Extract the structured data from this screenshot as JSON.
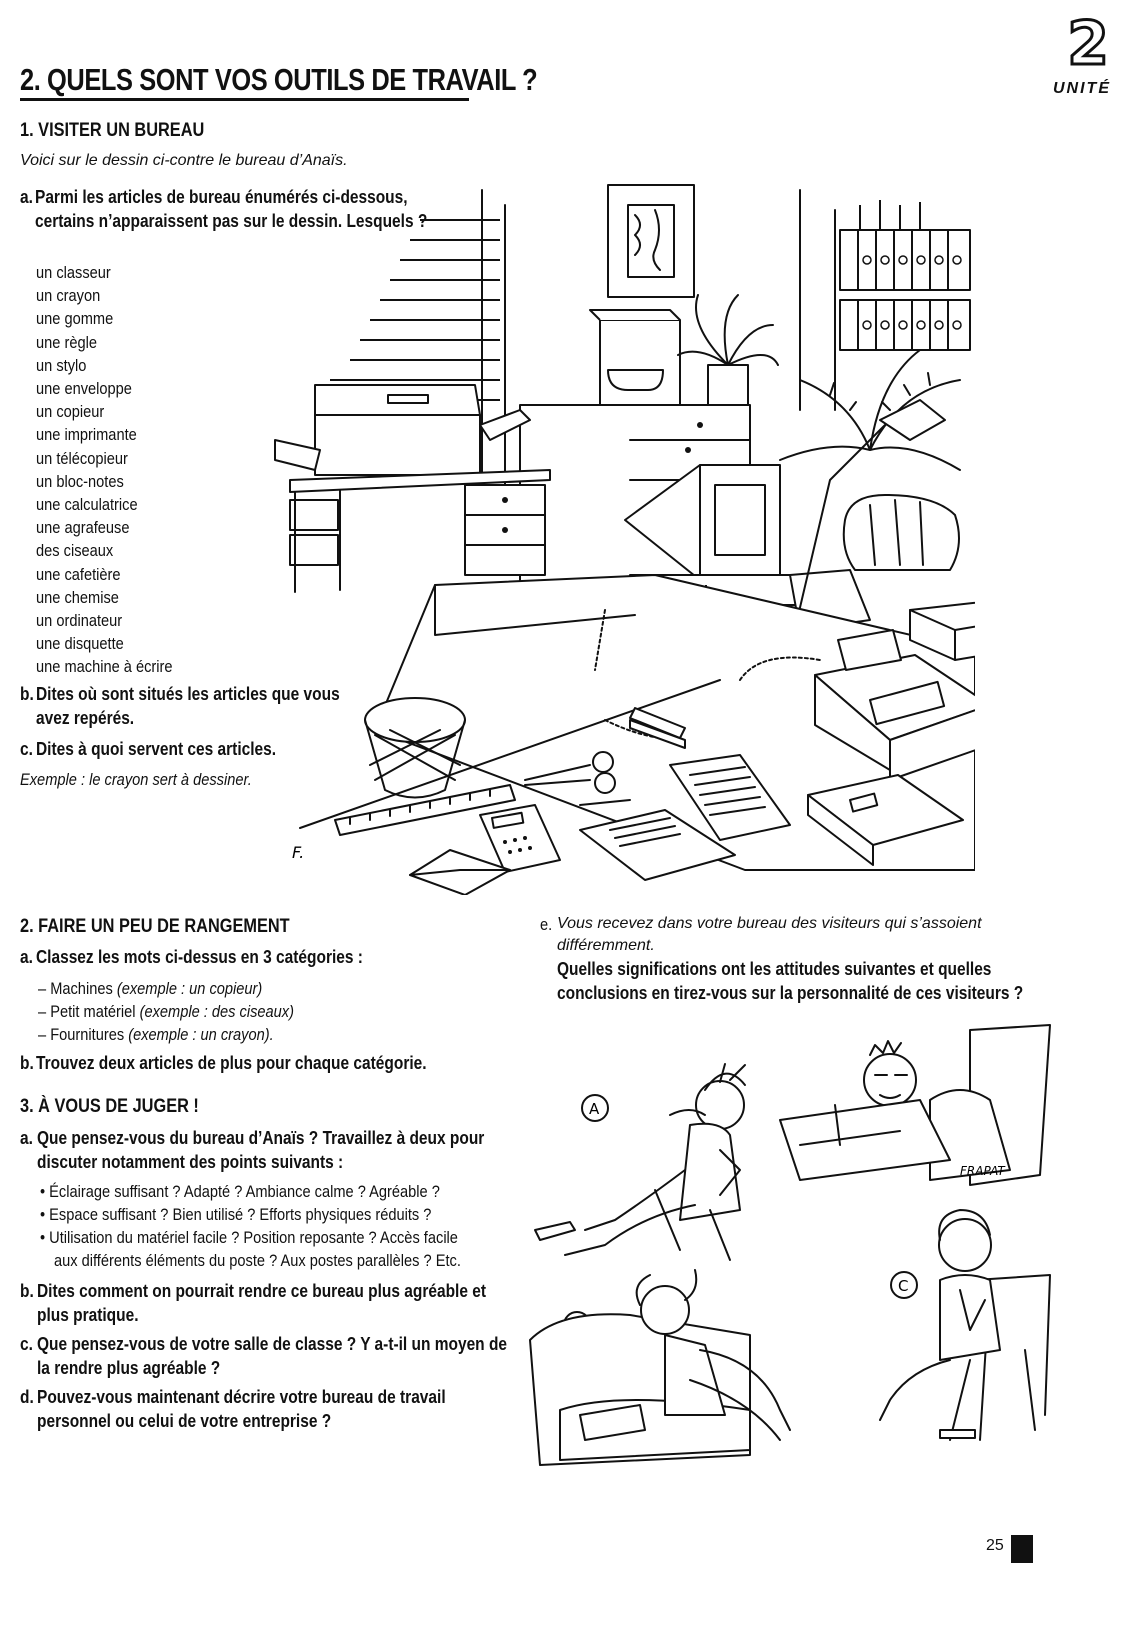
{
  "header": {
    "title": "2. QUELS SONT VOS OUTILS DE TRAVAIL ?",
    "unit_number": "2",
    "unit_label": "UNITÉ"
  },
  "section1": {
    "heading": "1. VISITER UN BUREAU",
    "intro": "Voici sur le dessin ci-contre le bureau d’Anaïs.",
    "qa_letter": "a.",
    "qa_text": "Parmi les articles de bureau énumérés ci-dessous, certains n’apparaissent pas sur le dessin. Lesquels ?",
    "items": [
      "un classeur",
      "un crayon",
      "une gomme",
      "une règle",
      "un stylo",
      "une enveloppe",
      "un copieur",
      "une imprimante",
      "un télécopieur",
      "un bloc-notes",
      "une calculatrice",
      "une agrafeuse",
      "des ciseaux",
      "une cafetière",
      "une chemise",
      "un ordinateur",
      "une disquette",
      "une machine à écrire"
    ],
    "qb_letter": "b.",
    "qb_text": "Dites où sont situés les articles que vous avez repérés.",
    "qc_letter": "c.",
    "qc_text": "Dites à quoi servent ces articles.",
    "example": "Exemple : le crayon sert à dessiner."
  },
  "illustration": {
    "signature_office": "F."
  },
  "section2": {
    "heading": "2. FAIRE UN PEU DE RANGEMENT",
    "qa_letter": "a.",
    "qa_text": "Classez les mots ci-dessus en 3 catégories :",
    "categories": [
      {
        "name": "– Machines",
        "example": "(exemple : un copieur)"
      },
      {
        "name": "– Petit matériel",
        "example": "(exemple : des ciseaux)"
      },
      {
        "name": "– Fournitures",
        "example": "(exemple : un crayon)."
      }
    ],
    "qb_letter": "b.",
    "qb_text": "Trouvez deux articles de plus pour chaque catégorie."
  },
  "section3": {
    "heading": "3. À VOUS DE JUGER !",
    "qa_letter": "a.",
    "qa_text": "Que pensez-vous du bureau d’Anaïs ? Travaillez à deux pour discuter notamment des points suivants :",
    "bullets": [
      "• Éclairage suffisant ? Adapté ? Ambiance calme ? Agréable ?",
      "• Espace suffisant ? Bien utilisé ? Efforts physiques réduits ?",
      "• Utilisation du matériel facile ? Position reposante ? Accès facile",
      "aux différents éléments du poste ? Aux postes parallèles ? Etc."
    ],
    "qb_letter": "b.",
    "qb_text": "Dites comment on pourrait rendre ce bureau plus agréable et plus pratique.",
    "qc_letter": "c.",
    "qc_text": "Que pensez-vous de votre salle de classe ? Y a-t-il un moyen de la rendre plus agréable ?",
    "qd_letter": "d.",
    "qd_text": "Pouvez-vous maintenant décrire votre bureau de travail personnel ou celui de votre entreprise ?"
  },
  "sectionE": {
    "letter": "e.",
    "intro": "Vous recevez dans votre bureau des visiteurs qui s’assoient différemment.",
    "question": "Quelles significations ont les attitudes suivantes et quelles conclusions en tirez-vous sur la personnalité de ces visiteurs ?",
    "labels": [
      "A",
      "B",
      "C"
    ],
    "signature": "FRAPAT"
  },
  "footer": {
    "page_number": "25"
  }
}
